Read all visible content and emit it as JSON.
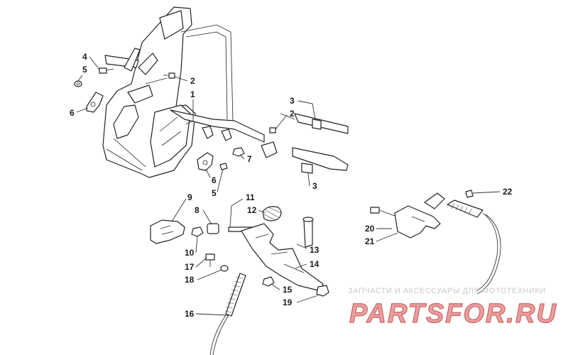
{
  "diagram": {
    "labels": [
      {
        "text": "1"
      },
      {
        "text": "2"
      },
      {
        "text": "3"
      },
      {
        "text": "2"
      },
      {
        "text": "3"
      },
      {
        "text": "4"
      },
      {
        "text": "5"
      },
      {
        "text": "6"
      },
      {
        "text": "7"
      },
      {
        "text": "6"
      },
      {
        "text": "5"
      },
      {
        "text": "9"
      },
      {
        "text": "8"
      },
      {
        "text": "11"
      },
      {
        "text": "12"
      },
      {
        "text": "10"
      },
      {
        "text": "17"
      },
      {
        "text": "18"
      },
      {
        "text": "13"
      },
      {
        "text": "14"
      },
      {
        "text": "15"
      },
      {
        "text": "19"
      },
      {
        "text": "16"
      },
      {
        "text": "22"
      },
      {
        "text": "20"
      },
      {
        "text": "21"
      }
    ]
  },
  "watermark": {
    "subtitle": "ЗАПЧАСТИ И АКСЕССУАРЫ ДЛЯ МОТОТЕХНИКИ",
    "logo_text": "PARTSFOR.RU",
    "logo_color": "#e8a0a0",
    "logo_outline": "#d06060"
  }
}
